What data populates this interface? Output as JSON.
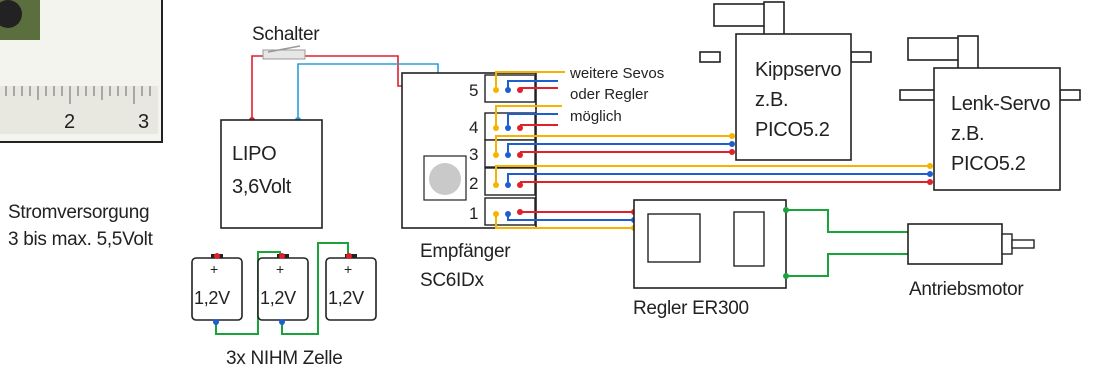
{
  "labels": {
    "switch": "Schalter",
    "lipo_line1": "LIPO",
    "lipo_line2": "3,6Volt",
    "supply_line1": "Stromversorgung",
    "supply_line2": "3 bis max. 5,5Volt",
    "cell_voltage": "1,2V",
    "cell_plus": "+",
    "cells_caption": "3x NIHM Zelle",
    "receiver_line1": "Empfänger",
    "receiver_line2": "SC6IDx",
    "extra_line1": "weitere Sevos",
    "extra_line2": "oder Regler",
    "extra_line3": "möglich",
    "servo1_line1": "Kippservo",
    "servo1_line2": "z.B.",
    "servo1_line3": "PICO5.2",
    "servo2_line1": "Lenk-Servo",
    "servo2_line2": "z.B.",
    "servo2_line3": "PICO5.2",
    "esc": "Regler ER300",
    "motor": "Antriebsmotor",
    "ruler_2": "2",
    "ruler_3": "3"
  },
  "channels": [
    "1",
    "2",
    "3",
    "4",
    "5"
  ],
  "colors": {
    "signal": "#f5b400",
    "plus": "#e0202a",
    "minus": "#1e5fd0",
    "motor_wire": "#1aa33a",
    "switch_wire_red": "#e0202a",
    "switch_wire_blue": "#2aa0d8",
    "outline": "#222222"
  }
}
